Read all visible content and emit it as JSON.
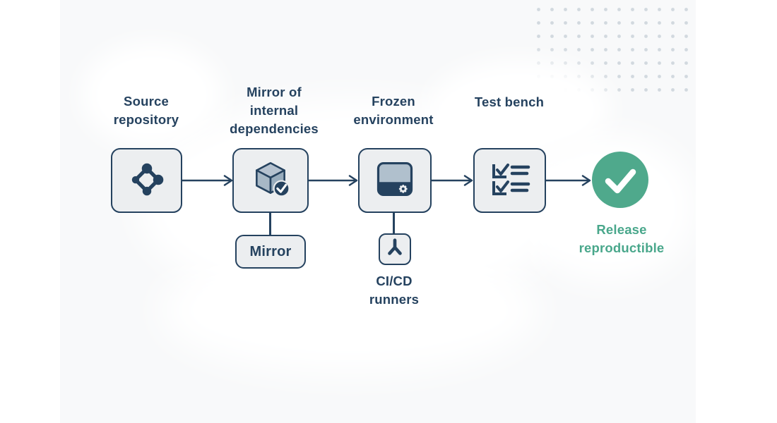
{
  "pipeline": {
    "nodes": [
      {
        "lines": [
          "Source",
          "repository"
        ],
        "icon": "git-commit-diamond-icon"
      },
      {
        "lines": [
          "Mirror of",
          "internal",
          "dependencies"
        ],
        "icon": "package-cube-verified-icon"
      },
      {
        "lines": [
          "Frozen",
          "environment"
        ],
        "icon": "application-window-gear-icon"
      },
      {
        "lines": [
          "Test bench"
        ],
        "icon": "checklist-icon"
      }
    ],
    "attachments": [
      {
        "lines": [
          "Mirror"
        ],
        "parent": "Mirror of internal dependencies"
      },
      {
        "lines": [
          "CI/CD",
          "runners"
        ],
        "icon": "pipeline-junction-icon",
        "parent": "Frozen environment"
      }
    ],
    "result": {
      "lines": [
        "Release",
        "reproductible"
      ],
      "icon": "success-check-icon"
    },
    "colors": {
      "navy": "#25425f",
      "node_fill": "#eceef0",
      "success_green": "#4fa98c",
      "green_text": "#49a78b",
      "dot_grid": "#d2d9df",
      "canvas_bg": "#f8f9fa"
    }
  }
}
